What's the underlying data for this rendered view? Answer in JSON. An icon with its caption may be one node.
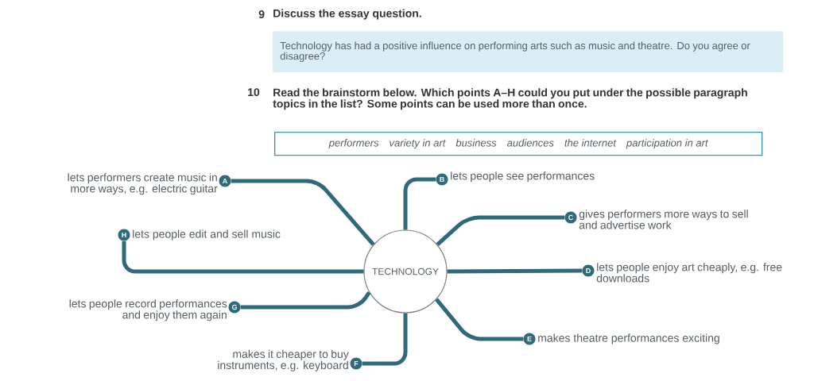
{
  "diagram": {
    "nodes": [
      {
        "text": [
          "Technology has had a positive influence on performing arts such as music and theatre. Do you agree or disagree?"
        ]
      },
      {
        "text": [
          "performers",
          "variety in art",
          "business",
          "audiences",
          "the internet",
          "participation in art"
        ]
      },
      {
        "text": [
          "TECHNOLOGY"
        ]
      },
      {
        "text": [
          "A"
        ],
        "beside": [
          "lets performers create music in more ways, e.g. electric guitar"
        ]
      },
      {
        "text": [
          "B"
        ],
        "beside": [
          "lets people see performances"
        ]
      },
      {
        "text": [
          "C"
        ],
        "beside": [
          "gives performers more ways to sell and advertise work"
        ]
      },
      {
        "text": [
          "D"
        ],
        "beside": [
          "lets people enjoy art cheaply, e.g. free downloads"
        ]
      },
      {
        "text": [
          "E"
        ],
        "beside": [
          "makes theatre performances exciting"
        ]
      },
      {
        "text": [
          "F"
        ],
        "beside": [
          "makes it cheaper to buy instruments, e.g. keyboard"
        ]
      },
      {
        "text": [
          "G"
        ],
        "beside": [
          "lets people record performances and enjoy them again"
        ]
      },
      {
        "text": [
          "H"
        ],
        "beside": [
          "lets people edit and sell music"
        ]
      }
    ],
    "edges": [
      {
        "from": 2,
        "to": 3,
        "arrow": "none"
      },
      {
        "from": 2,
        "to": 4,
        "arrow": "none"
      },
      {
        "from": 2,
        "to": 5,
        "arrow": "none"
      },
      {
        "from": 2,
        "to": 6,
        "arrow": "none"
      },
      {
        "from": 2,
        "to": 7,
        "arrow": "none"
      },
      {
        "from": 2,
        "to": 8,
        "arrow": "none"
      },
      {
        "from": 2,
        "to": 9,
        "arrow": "none"
      },
      {
        "from": 2,
        "to": 10,
        "arrow": "none"
      }
    ],
    "labels": [
      "9",
      "Discuss the essay question.",
      "10",
      "Read the brainstorm below. Which points A–H could you put under the possible paragraph topics in the list? Some points can be used more than once."
    ]
  }
}
